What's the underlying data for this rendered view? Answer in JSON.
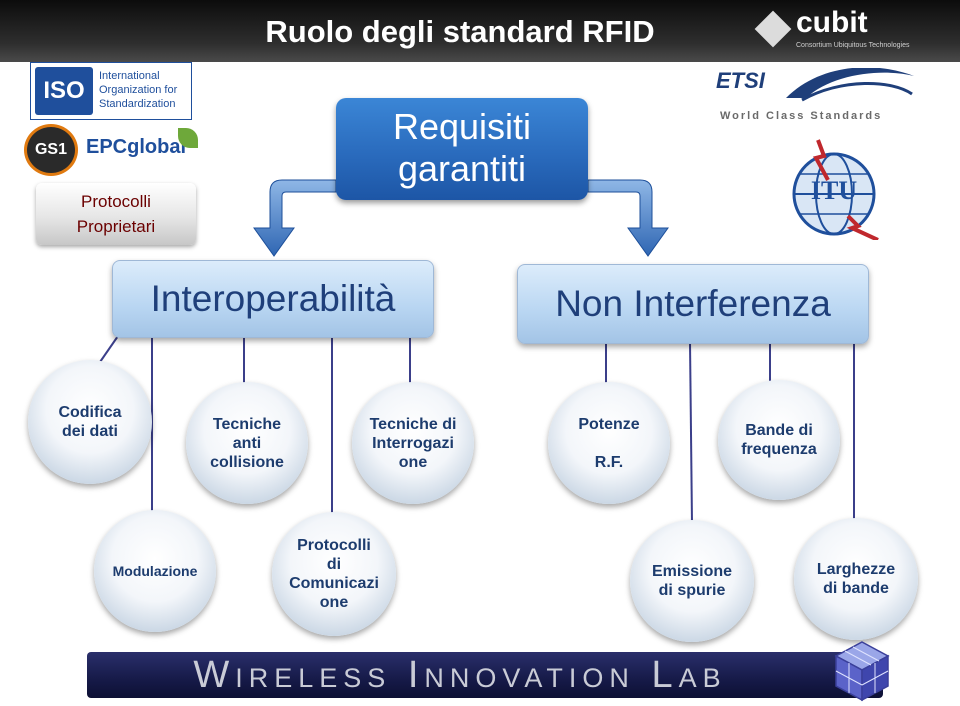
{
  "title": "Ruolo degli standard RFID",
  "logos": {
    "iso_mark": "ISO",
    "iso_text": [
      "International",
      "Organization for",
      "Standardization"
    ],
    "gs1": "GS1",
    "epcglobal": "EPCglobal",
    "cubit": "cubit",
    "cubit_sub": "Consortium Ubiquitous Technologies",
    "etsi": "ETSI",
    "etsi_tagline": "World Class Standards",
    "itu": "ITU"
  },
  "proprietary": [
    "Protocolli",
    "Proprietari"
  ],
  "requirements": [
    "Requisiti",
    "garantiti"
  ],
  "interoperability": "Interoperabilità",
  "non_interference": "Non Interferenza",
  "interop_items": {
    "codifica": "Codifica\ndei dati",
    "anticollisione": "Tecniche\nanti\ncollisione",
    "interrogazione": "Tecniche di\nInterrogazi\none",
    "modulazione": "Modulazione",
    "protocolli": "Protocolli\ndi\nComunicazi\none"
  },
  "interference_items": {
    "potenze": "Potenze\n\nR.F.",
    "bande": "Bande di\nfrequenza",
    "emissione": "Emissione\ndi spurie",
    "larghezze": "Larghezze\ndi bande"
  },
  "footer": "Wireless Innovation Lab",
  "colors": {
    "title_bar": "#1a1a1a",
    "requirements_blue": "#2a6bbd",
    "pill_blue": "#b9d6f2",
    "bubble_text": "#1d3c6e",
    "footer_navy": "#161a48"
  }
}
